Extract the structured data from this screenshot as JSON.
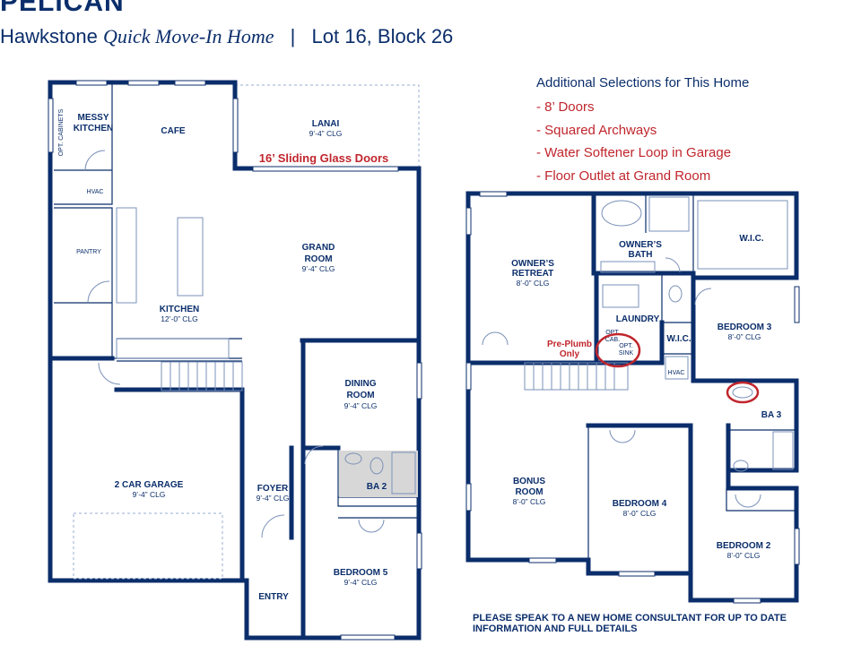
{
  "header": {
    "brand": "PELICAN",
    "community": "Hawkstone",
    "home_type": "Quick Move-In Home",
    "separator": "|",
    "lot": "Lot 16, Block 26"
  },
  "selections": {
    "heading": "Additional Selections for This Home",
    "items": [
      "- 8’ Doors",
      "- Squared Archways",
      "- Water Softener Loop in Garage",
      "- Floor Outlet at Grand Room"
    ]
  },
  "first_floor": {
    "annotation": "16’ Sliding Glass Doors",
    "rooms": {
      "opt_cabinets": "OPT. CABINETS",
      "messy_kitchen_1": "MESSY",
      "messy_kitchen_2": "KITCHEN",
      "hvac": "HVAC",
      "cafe": "CAFE",
      "lanai": "LANAI",
      "lanai_clg": "9’-4” CLG",
      "pantry": "PANTRY",
      "grand_room_1": "GRAND",
      "grand_room_2": "ROOM",
      "grand_room_clg": "9’-4” CLG",
      "kitchen": "KITCHEN",
      "kitchen_clg": "12’-0” CLG",
      "dining_1": "DINING",
      "dining_2": "ROOM",
      "dining_clg": "9’-4” CLG",
      "garage": "2 CAR GARAGE",
      "garage_clg": "9’-4” CLG",
      "foyer": "FOYER",
      "foyer_clg": "9’-4” CLG",
      "ba2": "BA 2",
      "bedroom5": "BEDROOM 5",
      "bedroom5_clg": "9’-4” CLG",
      "entry": "ENTRY"
    }
  },
  "second_floor": {
    "rooms": {
      "owners_retreat_1": "OWNER’S",
      "owners_retreat_2": "RETREAT",
      "owners_retreat_clg": "8’-0” CLG",
      "owners_bath_1": "OWNER’S",
      "owners_bath_2": "BATH",
      "wic_top": "W.I.C.",
      "laundry": "LAUNDRY",
      "opt_cab_1": "OPT.",
      "opt_cab_2": "CAB.",
      "opt_sink_1": "OPT.",
      "opt_sink_2": "SINK",
      "wic_small": "W.I.C.",
      "hvac": "HVAC",
      "bedroom3": "BEDROOM 3",
      "bedroom3_clg": "8’-0” CLG",
      "ba3": "BA 3",
      "bonus_1": "BONUS",
      "bonus_2": "ROOM",
      "bonus_clg": "8’-0” CLG",
      "bedroom4": "BEDROOM 4",
      "bedroom4_clg": "8’-0” CLG",
      "bedroom2": "BEDROOM 2",
      "bedroom2_clg": "8’-0” CLG"
    },
    "annotation_1": "Pre-Plumb",
    "annotation_2": "Only"
  },
  "disclaimer": {
    "line1": "PLEASE SPEAK TO A NEW HOME CONSULTANT FOR UP TO DATE",
    "line2": "INFORMATION AND FULL DETAILS"
  },
  "colors": {
    "navy": "#0b2e6b",
    "accent_red": "#c0262d",
    "fixture": "#7a90b8"
  }
}
